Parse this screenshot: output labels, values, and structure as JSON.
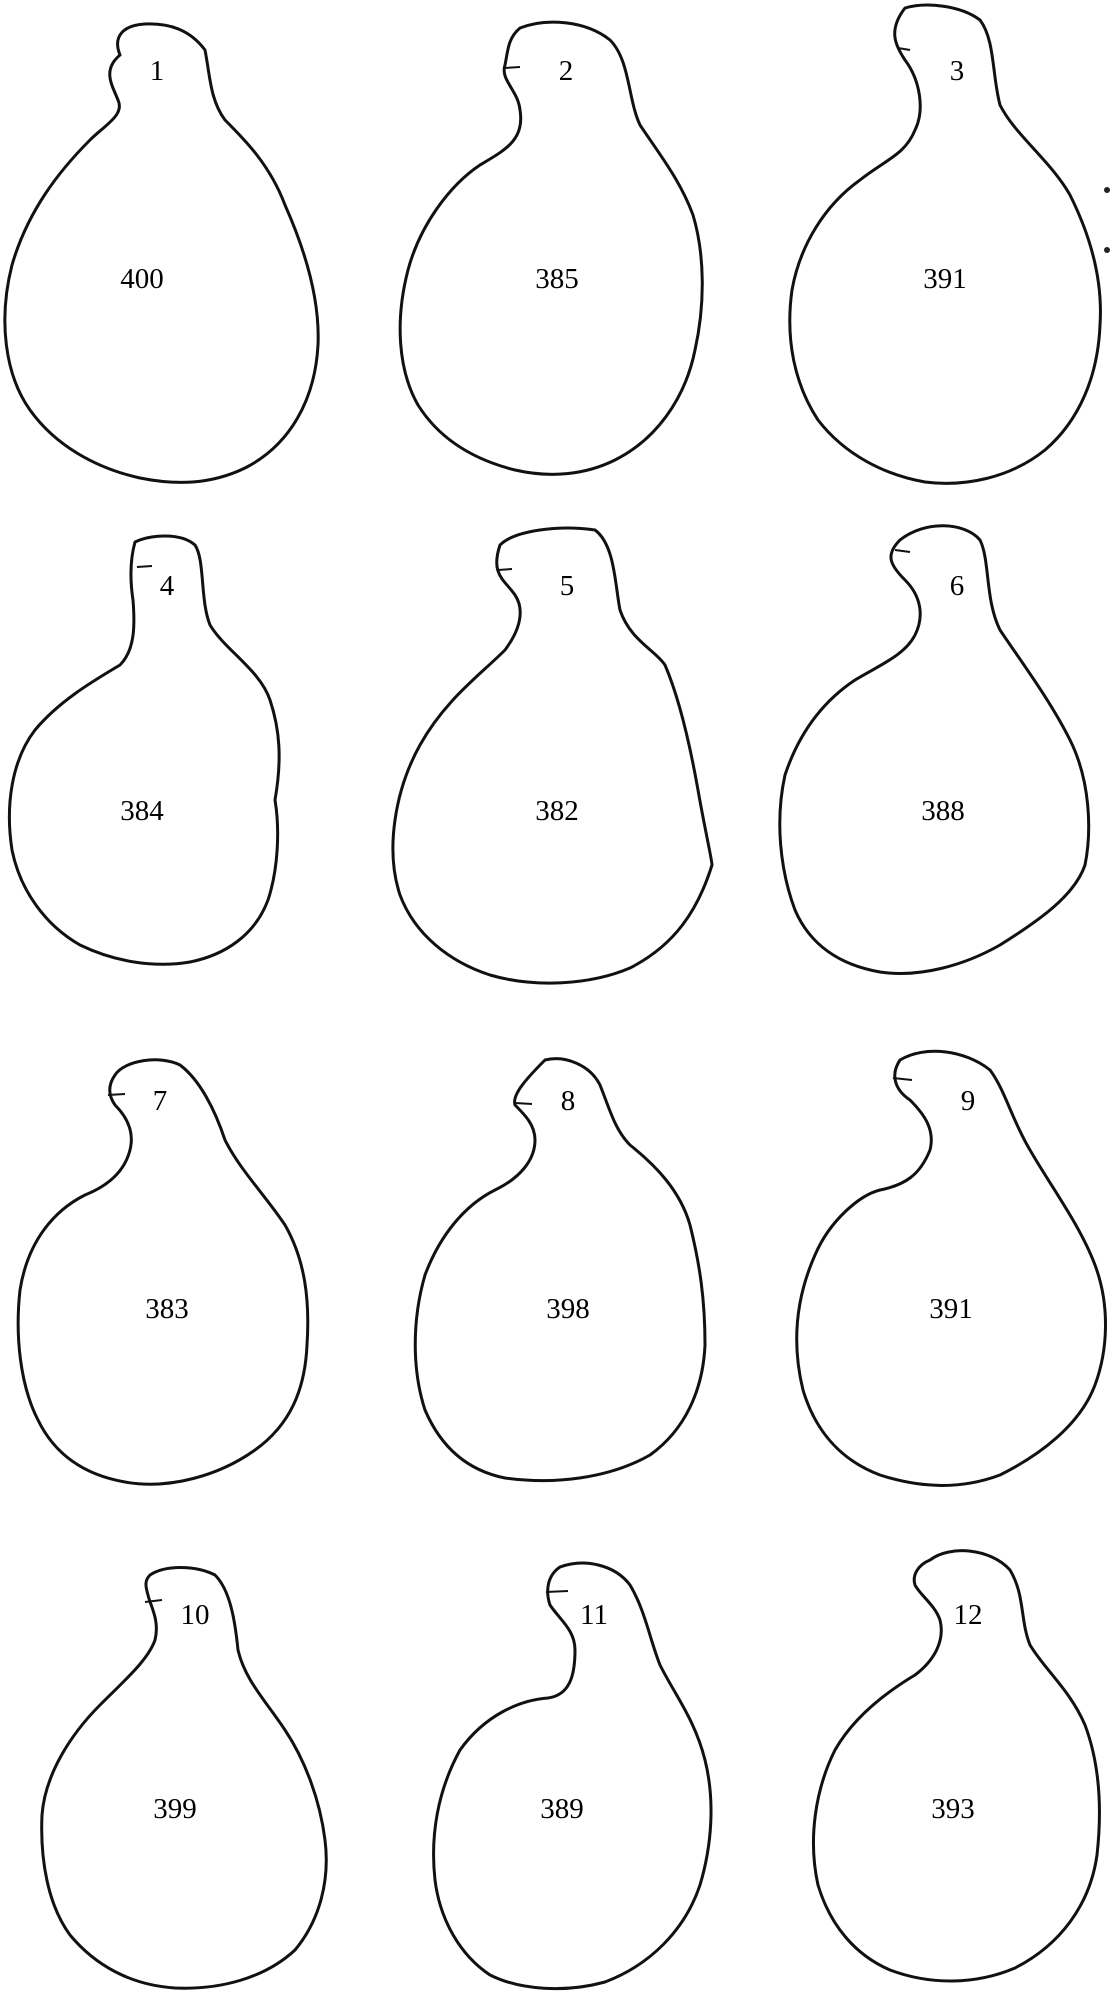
{
  "figure": {
    "outline_color": "#111111",
    "background": "#ffffff",
    "shapes": [
      {
        "id": "1",
        "value": "400"
      },
      {
        "id": "2",
        "value": "385"
      },
      {
        "id": "3",
        "value": "391"
      },
      {
        "id": "4",
        "value": "384"
      },
      {
        "id": "5",
        "value": "382"
      },
      {
        "id": "6",
        "value": "388"
      },
      {
        "id": "7",
        "value": "383"
      },
      {
        "id": "8",
        "value": "398"
      },
      {
        "id": "9",
        "value": "391"
      },
      {
        "id": "10",
        "value": "399"
      },
      {
        "id": "11",
        "value": "389"
      },
      {
        "id": "12",
        "value": "393"
      }
    ]
  }
}
